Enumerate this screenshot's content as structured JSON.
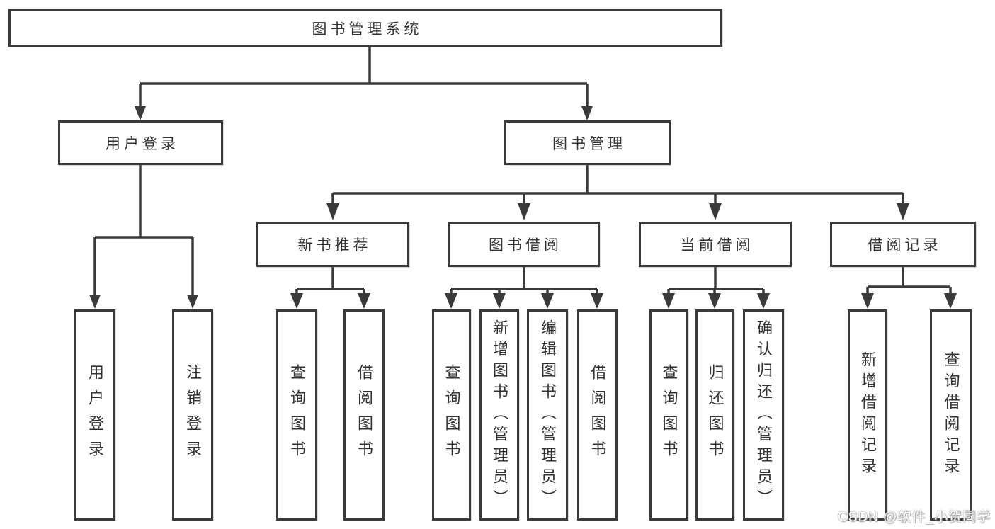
{
  "diagram": {
    "root": {
      "label": "图书管理系统"
    },
    "level2": {
      "user_login": {
        "label": "用户登录"
      },
      "book_mgmt": {
        "label": "图书管理"
      }
    },
    "level3": {
      "new_book_rec": {
        "label": "新书推荐"
      },
      "book_borrow": {
        "label": "图书借阅"
      },
      "current_borrow": {
        "label": "当前借阅"
      },
      "borrow_record": {
        "label": "借阅记录"
      }
    },
    "leaves": {
      "user_login_leaf": {
        "label": "用户登录"
      },
      "logout": {
        "label": "注销登录"
      },
      "query_book_newrec": {
        "label": "查询图书"
      },
      "borrow_book_newrec": {
        "label": "借阅图书"
      },
      "query_book_borrow": {
        "label": "查询图书"
      },
      "add_book_admin": {
        "label": "新增图书（管理员）"
      },
      "edit_book_admin": {
        "label": "编辑图书（管理员）"
      },
      "borrow_book_borrow": {
        "label": "借阅图书"
      },
      "query_book_current": {
        "label": "查询图书"
      },
      "return_book": {
        "label": "归还图书"
      },
      "confirm_return_admin": {
        "label": "确认归还（管理员）"
      },
      "add_borrow_record": {
        "label": "新增借阅记录"
      },
      "query_borrow_record": {
        "label": "查询借阅记录"
      }
    }
  },
  "watermark": {
    "text": "CSDN @软件_小贺同学"
  },
  "colors": {
    "line": "#3a3a3a",
    "text": "#333333",
    "background": "#ffffff"
  }
}
